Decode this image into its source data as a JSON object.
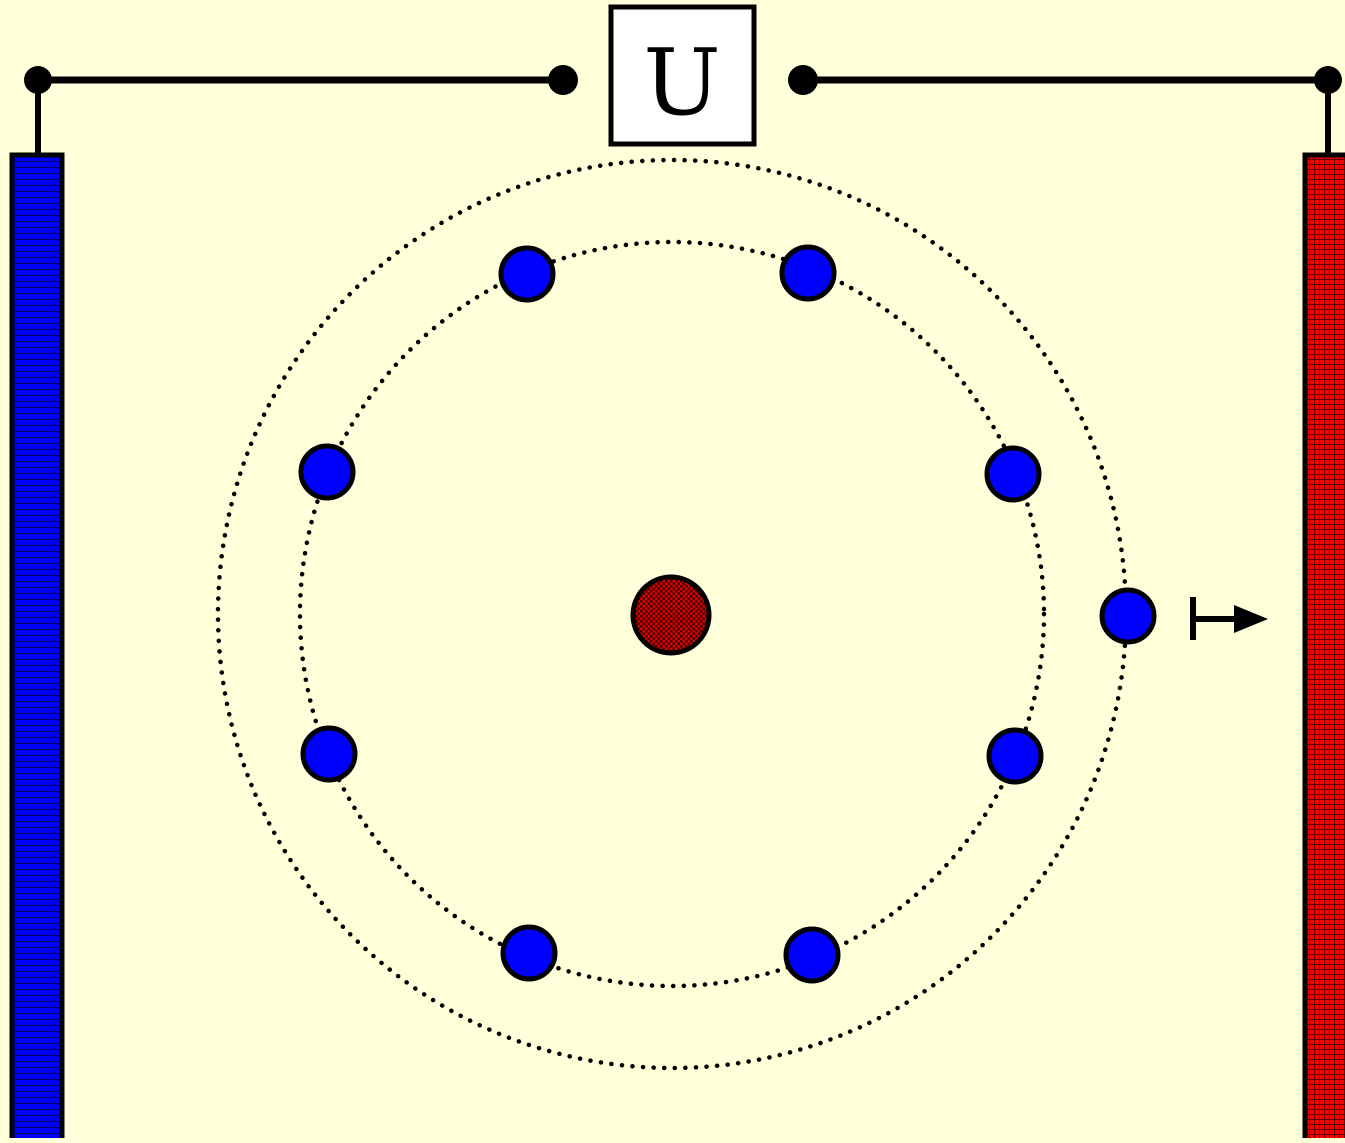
{
  "diagram": {
    "source_label": "U",
    "colors": {
      "background": "#FFFFD9",
      "negative_plate": "#0000FF",
      "positive_plate": "#FF0000",
      "electron": "#0000FF",
      "nucleus": "#E00000",
      "outline": "#000000",
      "source_box": "#FFFFFF"
    },
    "plates": [
      {
        "name": "negative-plate",
        "pattern": "horizontal-stripes"
      },
      {
        "name": "positive-plate",
        "pattern": "grid"
      }
    ],
    "orbits": [
      {
        "name": "inner-orbit",
        "electron_count": 8
      },
      {
        "name": "outer-orbit",
        "electron_count": 1
      }
    ],
    "arrow_direction": "right"
  }
}
